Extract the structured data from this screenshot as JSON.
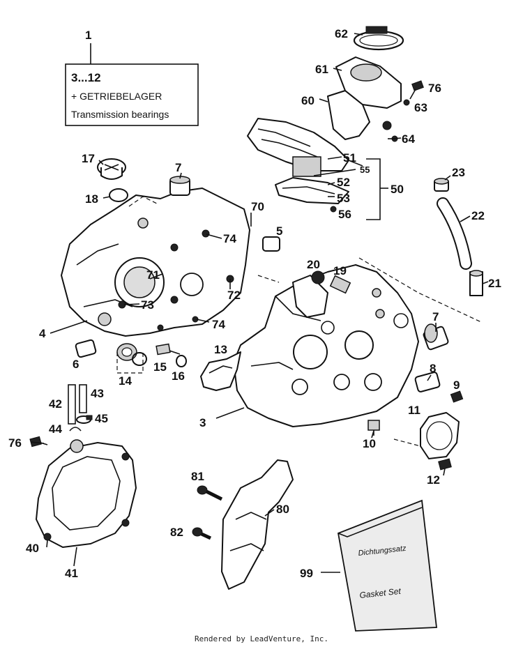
{
  "assembly_box": {
    "number": "1",
    "range": "3...12",
    "line1": "+ GETRIEBELAGER",
    "line2": "Transmission bearings"
  },
  "gasket_bag": {
    "label_de": "Dichtungssatz",
    "label_en": "Gasket Set"
  },
  "callouts": {
    "c3": "3",
    "c4": "4",
    "c5": "5",
    "c6": "6",
    "c7a": "7",
    "c7b": "7",
    "c8": "8",
    "c9": "9",
    "c10": "10",
    "c11": "11",
    "c12": "12",
    "c13": "13",
    "c14": "14",
    "c15": "15",
    "c16": "16",
    "c17": "17",
    "c18": "18",
    "c19": "19",
    "c20": "20",
    "c21": "21",
    "c22": "22",
    "c23": "23",
    "c40": "40",
    "c41": "41",
    "c42": "42",
    "c43": "43",
    "c44": "44",
    "c45": "45",
    "c50": "50",
    "c51": "51",
    "c52": "52",
    "c53": "53",
    "c55": "55",
    "c56": "56",
    "c60": "60",
    "c61": "61",
    "c62": "62",
    "c63": "63",
    "c64": "64",
    "c70": "70",
    "c71": "71",
    "c72": "72",
    "c73": "73",
    "c74a": "74",
    "c74b": "74",
    "c76a": "76",
    "c76b": "76",
    "c80": "80",
    "c81": "81",
    "c82": "82",
    "c99": "99"
  },
  "footer": "Rendered by LeadVenture, Inc."
}
